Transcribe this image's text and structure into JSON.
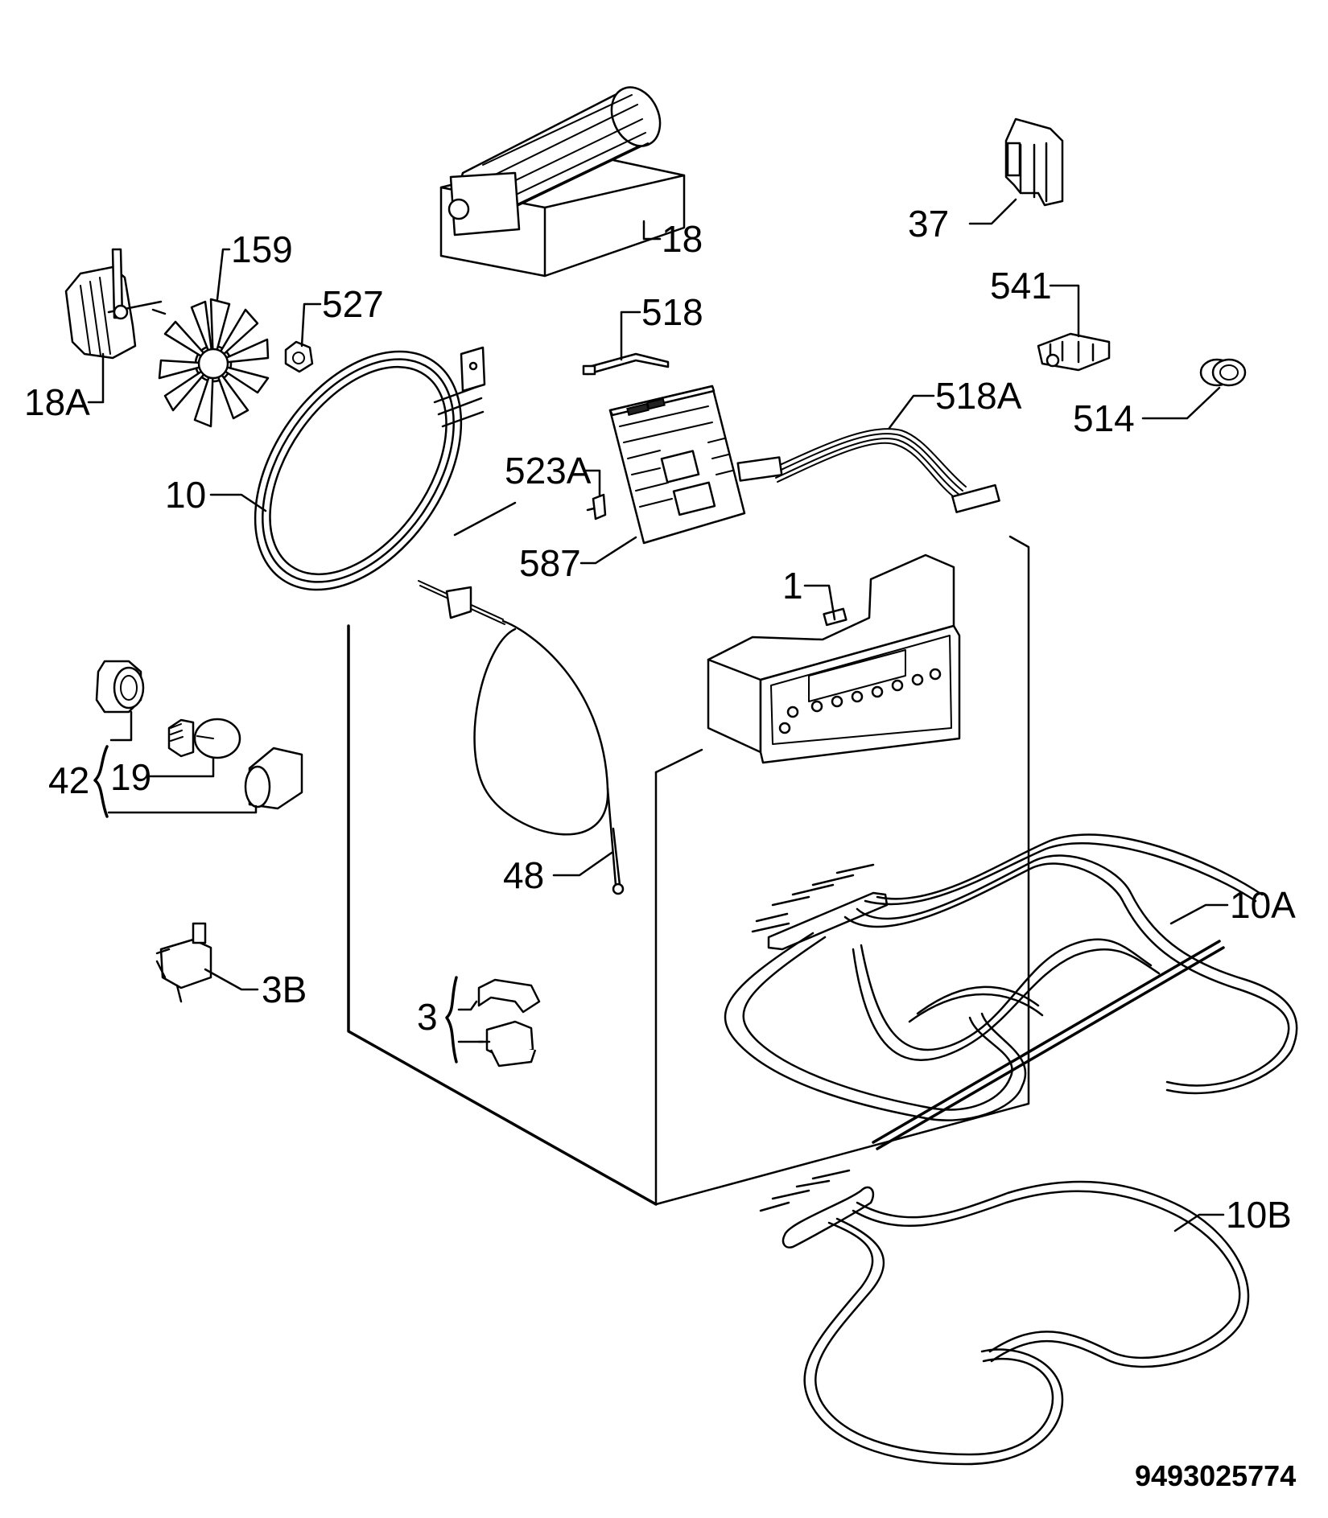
{
  "diagram": {
    "document_number": "9493025774",
    "labels": {
      "p18": "18",
      "p37": "37",
      "p159": "159",
      "p527": "527",
      "p518": "518",
      "p541": "541",
      "p18a": "18A",
      "p518a": "518A",
      "p514": "514",
      "p523a": "523A",
      "p10": "10",
      "p587": "587",
      "p1": "1",
      "p42": "42",
      "p19": "19",
      "p48": "48",
      "p10a": "10A",
      "p3b": "3B",
      "p3": "3",
      "p10b": "10B"
    }
  }
}
